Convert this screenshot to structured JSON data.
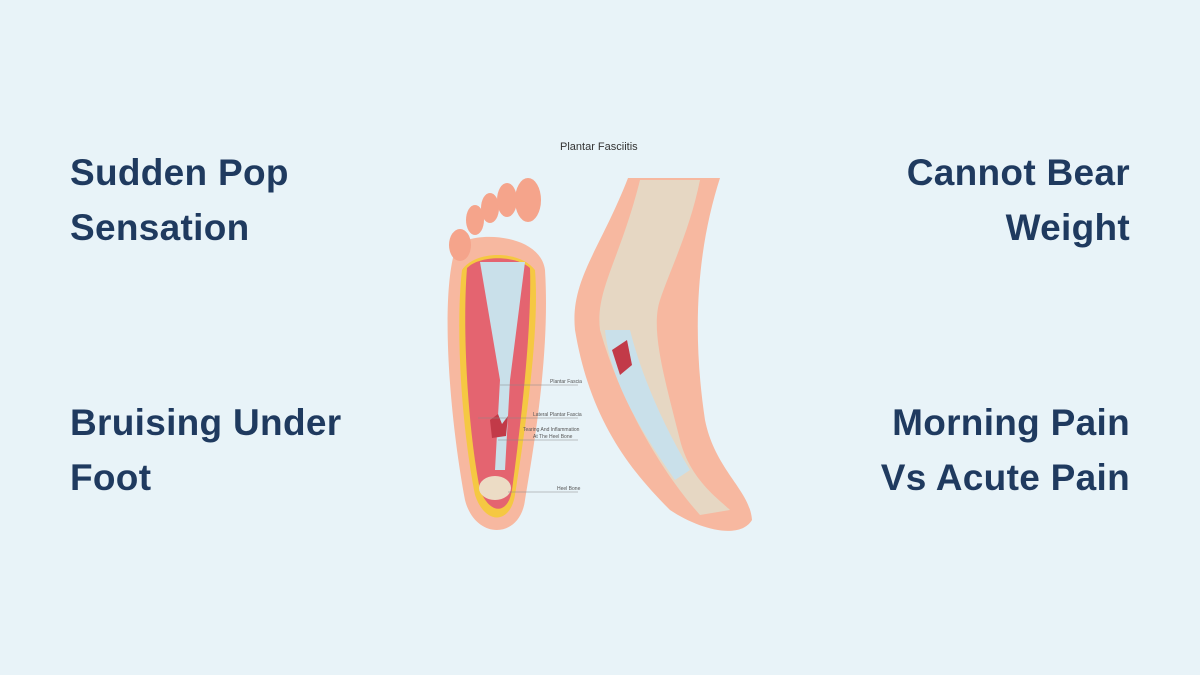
{
  "symptoms": {
    "top_left": [
      "Sudden Pop",
      "Sensation"
    ],
    "top_right": [
      "Cannot Bear",
      "Weight"
    ],
    "bottom_left": [
      "Bruising Under",
      "Foot"
    ],
    "bottom_right": [
      "Morning Pain",
      "Vs Acute Pain"
    ]
  },
  "illustration": {
    "title": "Plantar Fasciitis",
    "callouts": [
      "Plantar Fascia",
      "Lateral Plantar Fascia",
      "Tearing And Inflammation",
      "At The Heel Bone",
      "Heel Bone"
    ]
  }
}
